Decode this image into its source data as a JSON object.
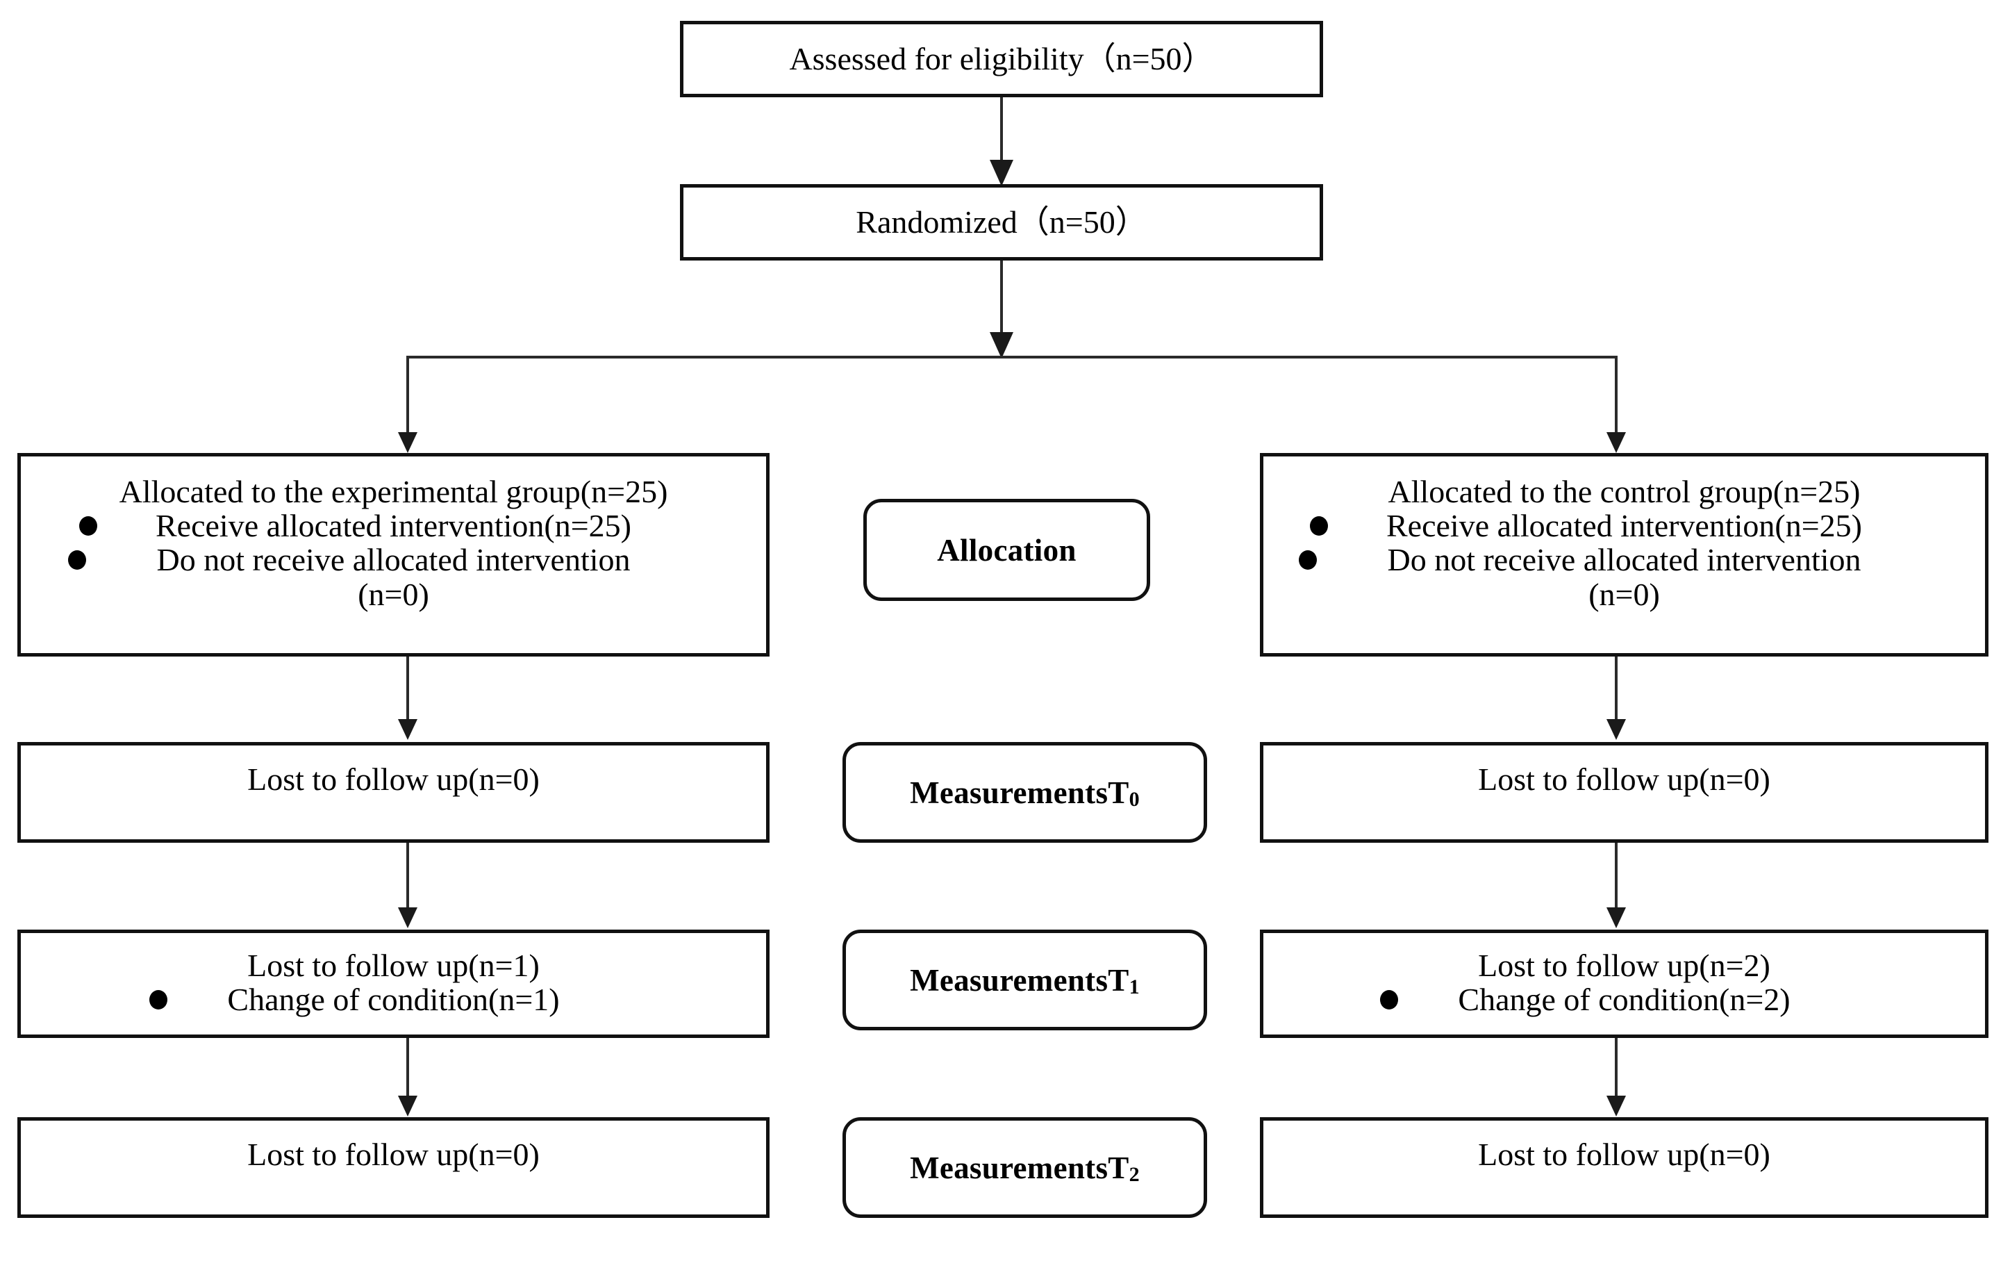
{
  "diagram": {
    "type": "consort-flow-diagram",
    "title": "CONSORT participant flow diagram",
    "total_assessed": 50,
    "total_randomized": 50
  },
  "top": {
    "assessed": "Assessed for eligibility（n=50）",
    "randomized": "Randomized（n=50）"
  },
  "stage_labels": {
    "allocation": "Allocation",
    "measurements_t0_text": "MeasurementsT",
    "measurements_t0_sub": "0",
    "measurements_t1_text": "MeasurementsT",
    "measurements_t1_sub": "1",
    "measurements_t2_text": "MeasurementsT",
    "measurements_t2_sub": "2"
  },
  "left_arm": {
    "allocation": {
      "heading": "Allocated to the experimental group(n=25)",
      "bullet_1": "Receive allocated intervention(n=25)",
      "bullet_2": "Do not receive allocated intervention",
      "bullet_2_cont": "(n=0)"
    },
    "t0": {
      "line_1": "Lost to follow up(n=0)"
    },
    "t1": {
      "line_1": "Lost to follow up(n=1)",
      "bullet_1": "Change of condition(n=1)"
    },
    "t2": {
      "line_1": "Lost to follow up(n=0)"
    }
  },
  "right_arm": {
    "allocation": {
      "heading": "Allocated to the control group(n=25)",
      "bullet_1": "Receive allocated intervention(n=25)",
      "bullet_2": "Do not receive allocated intervention",
      "bullet_2_cont": "(n=0)"
    },
    "t0": {
      "line_1": "Lost to follow up(n=0)"
    },
    "t1": {
      "line_1": "Lost to follow up(n=2)",
      "bullet_1": "Change of condition(n=2)"
    },
    "t2": {
      "line_1": "Lost to follow up(n=0)"
    }
  },
  "colors": {
    "border": "#111111",
    "connector": "#2b2b2b",
    "background": "#ffffff",
    "text": "#000000"
  }
}
